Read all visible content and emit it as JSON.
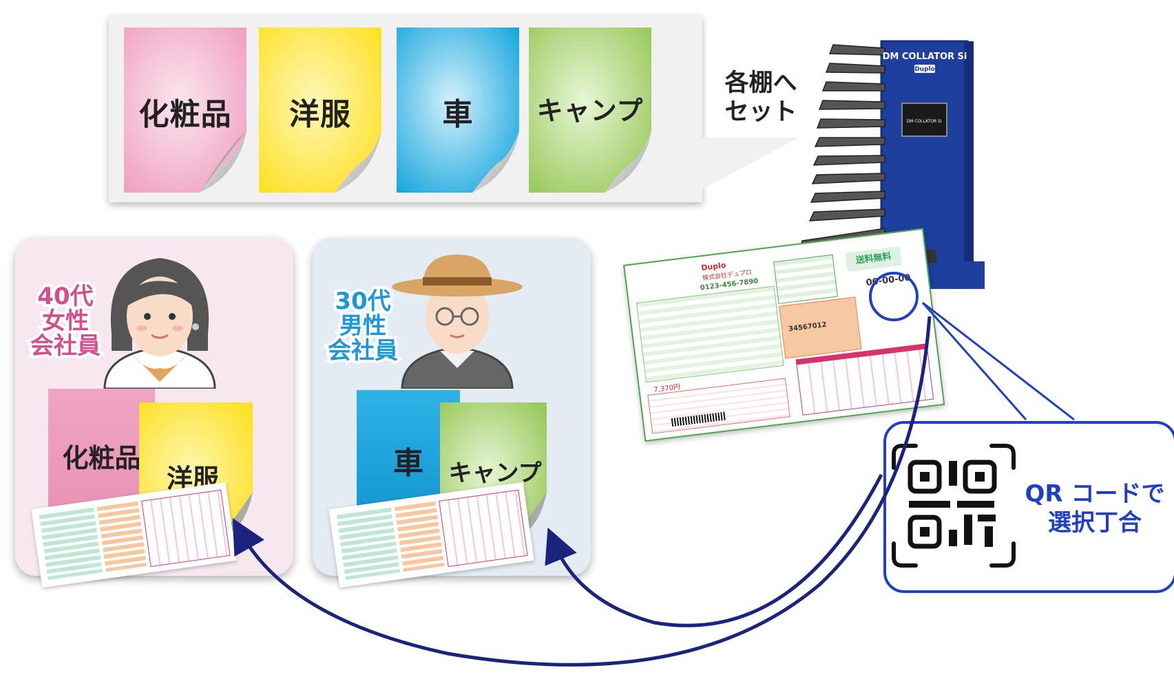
{
  "shelf_notes": [
    {
      "label": "化粧品",
      "color": "#ef9fbf"
    },
    {
      "label": "洋服",
      "color": "#fde021"
    },
    {
      "label": "車",
      "color": "#16a6dd"
    },
    {
      "label": "キャンプ",
      "color": "#97c85a"
    }
  ],
  "callout": {
    "line1": "各棚へ",
    "line2": "セット"
  },
  "machine": {
    "brand": "DM COLLATOR Si",
    "maker": "Duplo",
    "screen_label": "DM COLLATOR Si"
  },
  "personas": [
    {
      "line1": "40代",
      "line2": "女性",
      "line3": "会社員",
      "color": "#d24f8e",
      "notes": [
        "化粧品",
        "洋服"
      ]
    },
    {
      "line1": "30代",
      "line2": "男性",
      "line3": "会社員",
      "color": "#1c98d6",
      "notes": [
        "車",
        "キャンプ"
      ]
    }
  ],
  "document": {
    "brand": "Duplo",
    "company": "株式会社デュプロ",
    "phone": "0123-456-7890",
    "code": "00-00-00",
    "number": "34567012",
    "amount": "7,370円",
    "stamp": "送料無料"
  },
  "qr": {
    "line1": "QR コードで",
    "line2": "選択丁合"
  },
  "colors": {
    "arrow": "#1a237e",
    "qr_border": "#1f3fc4"
  }
}
